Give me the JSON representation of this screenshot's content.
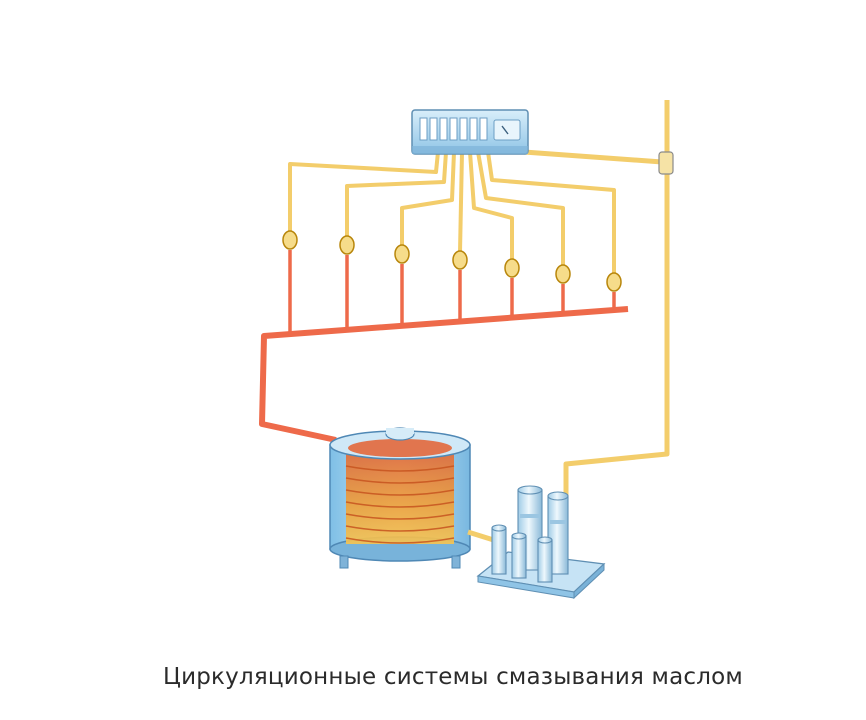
{
  "caption": "Циркуляционные системы смазывания маслом",
  "colors": {
    "oil_supply_line": "#f3cd6b",
    "return_line": "#ee6a4a",
    "tank_body": "#a9d6f0",
    "tank_oil": "#e9923a",
    "distributor": "#b9dcf2",
    "pump_base": "#c6e3f5"
  },
  "diagram": {
    "lubrication_points": 7,
    "components": [
      "distributor",
      "oil-tank",
      "pump-filter-unit",
      "lubrication-points",
      "supply-line",
      "return-line"
    ]
  }
}
